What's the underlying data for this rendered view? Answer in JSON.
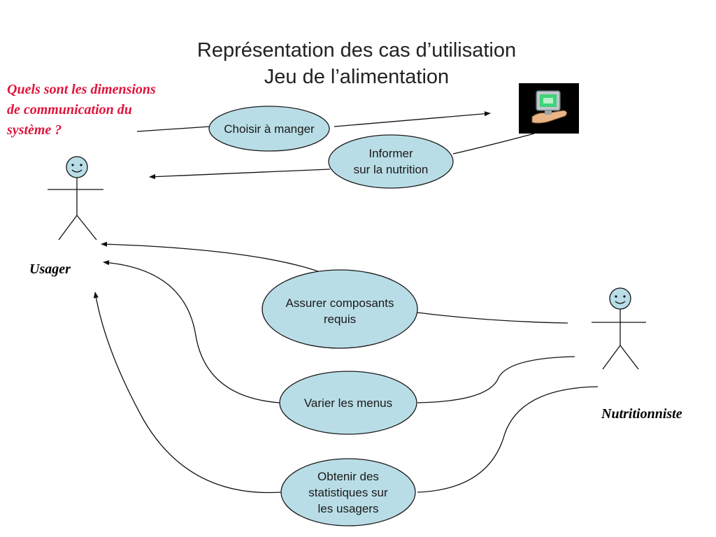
{
  "title": {
    "line1": "Représentation des cas d’utilisation",
    "line2": "Jeu de l’alimentation"
  },
  "question": {
    "line1": "Quels sont les dimensions",
    "line2": "de communication du",
    "line3": "système ?"
  },
  "actors": {
    "user": "Usager",
    "nutritionist": "Nutritionniste",
    "system_icon": "computer-system-icon"
  },
  "use_cases": [
    {
      "lines": [
        "Choisir à manger"
      ]
    },
    {
      "lines": [
        "Informer",
        "sur la nutrition"
      ]
    },
    {
      "lines": [
        "Assurer composants",
        "requis"
      ]
    },
    {
      "lines": [
        "Varier les menus"
      ]
    },
    {
      "lines": [
        "Obtenir des",
        "statistiques sur",
        "les usagers"
      ]
    }
  ],
  "colors": {
    "use_case_fill": "#b9dde6",
    "question_text": "#e0143c"
  }
}
